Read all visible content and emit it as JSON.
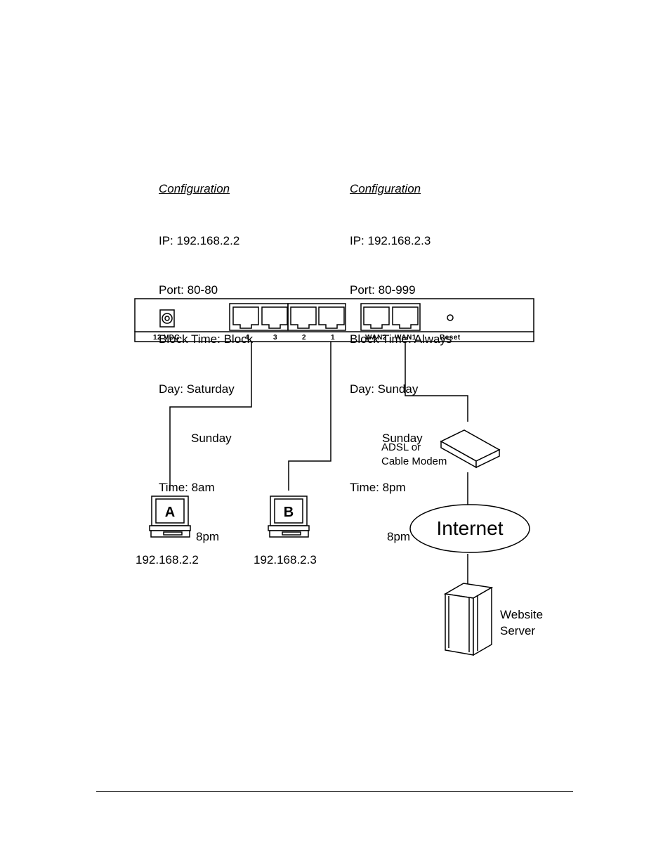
{
  "config_a": {
    "heading": "Configuration",
    "ip": "IP: 192.168.2.2",
    "port": "Port: 80-80",
    "block_time": "Block Time: Block",
    "day": "Day: Saturday",
    "day2": "Sunday",
    "time": "Time: 8am",
    "time2": "8pm"
  },
  "config_b": {
    "heading": "Configuration",
    "ip": "IP: 192.168.2.3",
    "port": "Port: 80-999",
    "block_time": "Block Time: Always",
    "day": "Day: Sunday",
    "day2": "Sunday",
    "time": "Time: 8pm",
    "time2": "8pm"
  },
  "router": {
    "power_label": "12 VDC",
    "lan_labels": [
      "4",
      "3",
      "2",
      "1"
    ],
    "wan2_label": "WAN2",
    "wan1_label": "WAN1",
    "reset_label": "Reset"
  },
  "modem": {
    "line1": "ADSL or",
    "line2": "Cable Modem"
  },
  "internet": {
    "label": "Internet"
  },
  "server": {
    "line1": "Website",
    "line2": "Server"
  },
  "pc_a": {
    "letter": "A",
    "ip": "192.168.2.2"
  },
  "pc_b": {
    "letter": "B",
    "ip": "192.168.2.3"
  }
}
